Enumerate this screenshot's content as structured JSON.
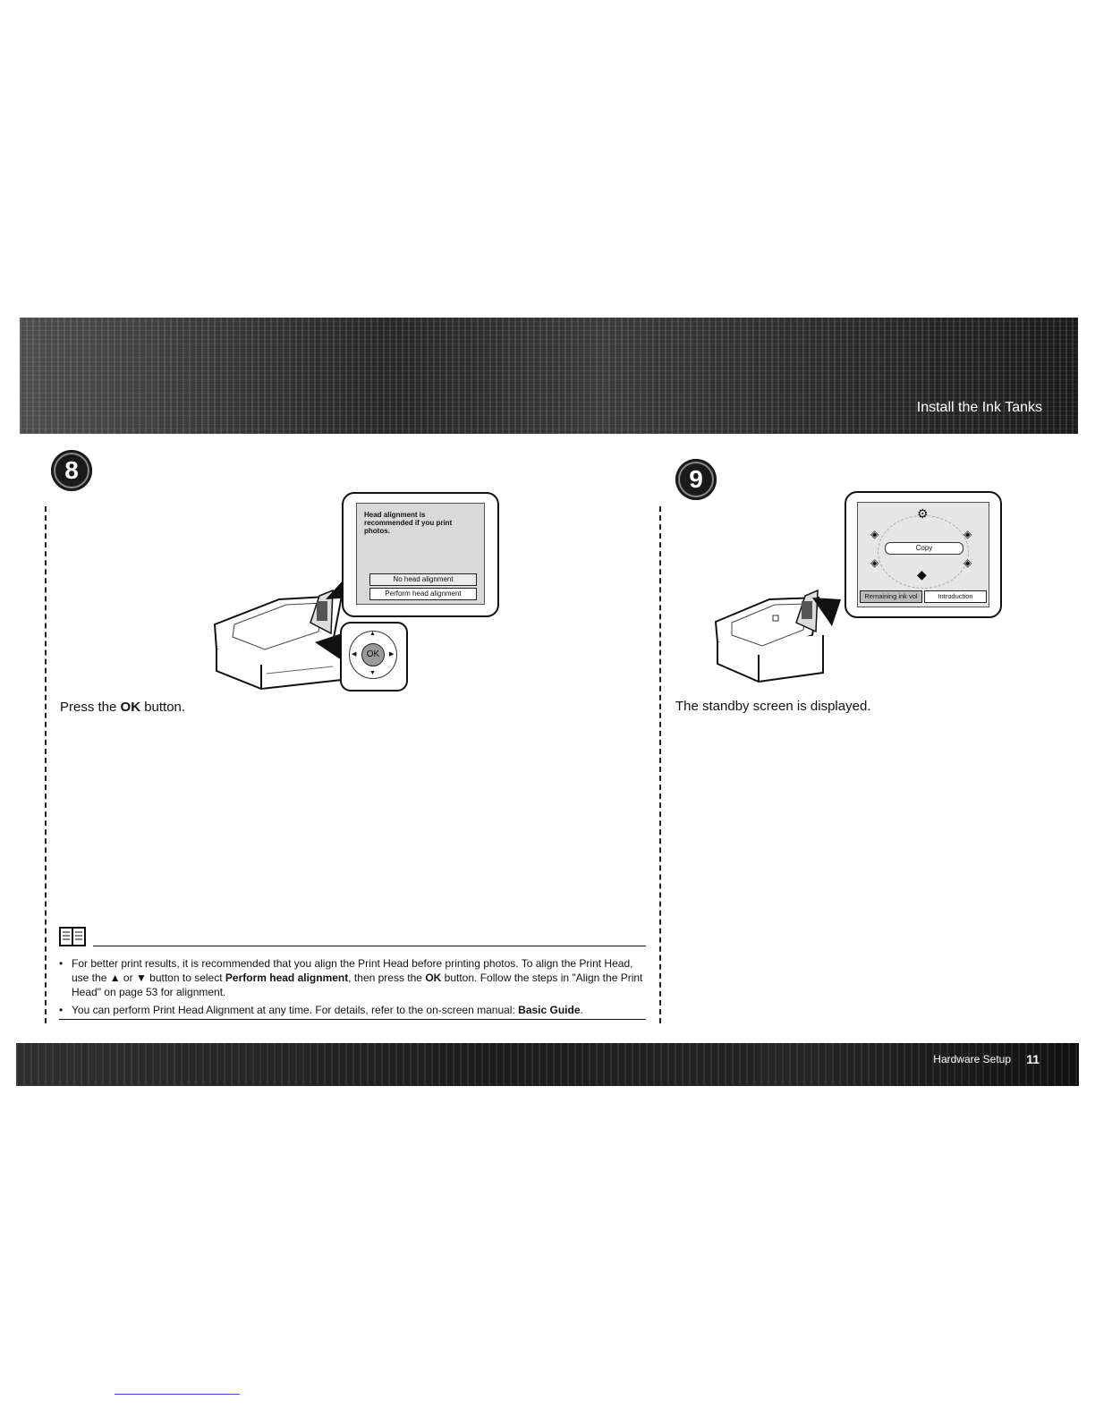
{
  "header": {
    "title": "Install the Ink Tanks"
  },
  "steps": [
    {
      "number": "8",
      "text_before": "Press the ",
      "text_bold": "OK",
      "text_after": " button.",
      "lcd": {
        "message": "Head alignment is recommended if you print photos.",
        "options": [
          "No head alignment",
          "Perform head alignment"
        ]
      },
      "control_label": "OK"
    },
    {
      "number": "9",
      "text": "The standby screen is displayed.",
      "lcd": {
        "center_label": "Copy",
        "bottom_left": "Remaining ink vol",
        "bottom_right": "Introduction"
      }
    }
  ],
  "note": {
    "icon": "book-icon",
    "items": [
      {
        "p1": "For better print results, it is recommended that you align the Print Head before printing photos. To align the Print Head, use the ",
        "up": "▲",
        "p2": " or ",
        "down": "▼",
        "p3": " button to select ",
        "b1": "Perform head alignment",
        "p4": ", then press the ",
        "b2": "OK",
        "p5": " button. Follow the steps in \"Align the Print Head\" on page 53 for alignment."
      },
      {
        "p1": "You can perform Print Head Alignment at any time. For details, refer to the on-screen manual: ",
        "b1": "Basic Guide",
        "p2": "."
      }
    ]
  },
  "footer": {
    "section": "Hardware Setup",
    "page": "11"
  }
}
